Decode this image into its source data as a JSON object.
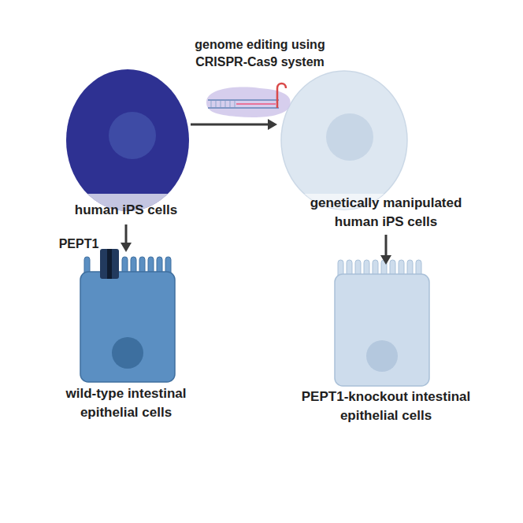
{
  "diagram": {
    "nodes": [
      {
        "text": [
          "human iPS cells"
        ]
      },
      {
        "text": [
          "genetically manipulated human iPS cells"
        ]
      },
      {
        "text": [
          "wild-type intestinal epithelial cells"
        ]
      },
      {
        "text": [
          "PEPT1-knockout intestinal epithelial cells"
        ]
      }
    ],
    "edges": [
      {
        "from": 0,
        "to": 1,
        "arrow": "to"
      },
      {
        "from": 0,
        "to": 2,
        "arrow": "to"
      },
      {
        "from": 1,
        "to": 3,
        "arrow": "to"
      }
    ],
    "labels": [
      "genome editing using CRISPR-Cas9 system",
      "PEPT1"
    ]
  }
}
